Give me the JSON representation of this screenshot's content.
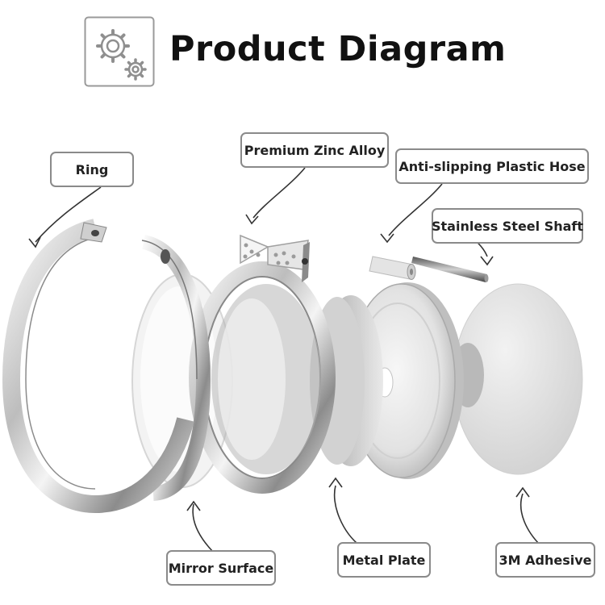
{
  "header": {
    "title": "Product Diagram",
    "logo_icon": "gears-icon"
  },
  "callouts": {
    "ring": "Ring",
    "zinc": "Premium Zinc Alloy",
    "hose": "Anti-slipping Plastic Hose",
    "shaft": "Stainless Steel Shaft",
    "mirror": "Mirror Surface",
    "plate": "Metal Plate",
    "adhesive": "3M Adhesive"
  },
  "colors": {
    "metal_light": "#f2f2f2",
    "metal_mid": "#c8c8c8",
    "metal_dark": "#7a7a7a",
    "outline": "#8a8a8a"
  }
}
